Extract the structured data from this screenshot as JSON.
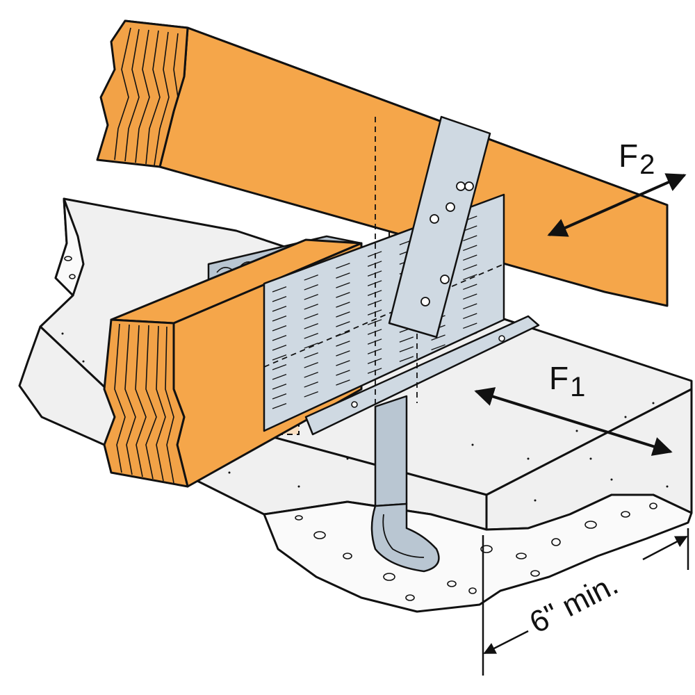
{
  "labels": {
    "force_1": {
      "letter": "F",
      "subscript": "1"
    },
    "force_2": {
      "letter": "F",
      "subscript": "2"
    },
    "embedment": "6\" min."
  },
  "colors": {
    "wood": "#f5a64a",
    "wood_end": "#f2a247",
    "wood_hidden": "#fbe0c2",
    "steel": "#cfd9e2",
    "steel_dark": "#b9c6d2",
    "concrete": "#f0f0f0",
    "concrete_section": "#fafafa",
    "outline": "#111111"
  }
}
